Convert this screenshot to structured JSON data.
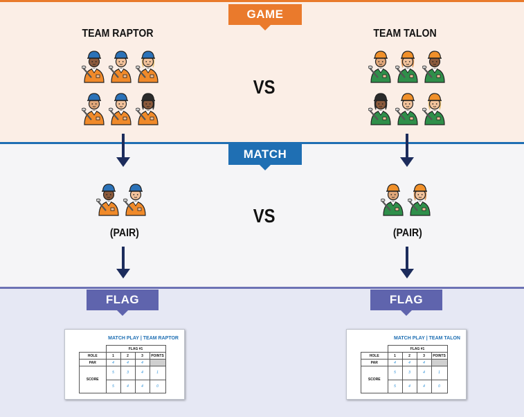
{
  "sections": {
    "game_label": "GAME",
    "match_label": "MATCH",
    "flag_label": "FLAG"
  },
  "teams": {
    "left_name": "TEAM RAPTOR",
    "right_name": "TEAM TALON"
  },
  "vs_label": "VS",
  "pair_label": "(PAIR)",
  "colors": {
    "game_accent": "#ea7a2c",
    "match_accent": "#1f6fb3",
    "flag_accent": "#5f64ad",
    "raptor_shirt": "#f08a2a",
    "talon_shirt": "#2f8f4a",
    "arrow": "#1c2c5c",
    "score_ink": "#2a8fd6"
  },
  "players": {
    "raptor": [
      {
        "skin": "#8b5a3c",
        "hat": "#2b72b8",
        "hair": ""
      },
      {
        "skin": "#f2c29b",
        "hat": "#2b72b8",
        "hair": ""
      },
      {
        "skin": "#f2c29b",
        "hat": "#2b72b8",
        "hair": "#e9c27a"
      },
      {
        "skin": "#e0a77a",
        "hat": "#2b72b8",
        "hair": ""
      },
      {
        "skin": "#f2c29b",
        "hat": "#2b72b8",
        "hair": ""
      },
      {
        "skin": "#8b5a3c",
        "hat": "#2b2b2b",
        "hair": "#2b2b2b"
      }
    ],
    "talon": [
      {
        "skin": "#e0a77a",
        "hat": "#f0902a",
        "hair": ""
      },
      {
        "skin": "#f2c29b",
        "hat": "#f0902a",
        "hair": "#e09a5c"
      },
      {
        "skin": "#8b5a3c",
        "hat": "#f0902a",
        "hair": ""
      },
      {
        "skin": "#8b5a3c",
        "hat": "#2b2b2b",
        "hair": "#2b2b2b"
      },
      {
        "skin": "#f2c29b",
        "hat": "#f0902a",
        "hair": ""
      },
      {
        "skin": "#f2c29b",
        "hat": "#f0902a",
        "hair": "#e9c27a"
      }
    ],
    "raptor_pair": [
      {
        "skin": "#8b5a3c",
        "hat": "#2b72b8",
        "hair": ""
      },
      {
        "skin": "#f2c29b",
        "hat": "#2b72b8",
        "hair": ""
      }
    ],
    "talon_pair": [
      {
        "skin": "#e0a77a",
        "hat": "#f0902a",
        "hair": ""
      },
      {
        "skin": "#f2c29b",
        "hat": "#f0902a",
        "hair": "#e09a5c"
      }
    ]
  },
  "scorecards": [
    {
      "title_left": "MATCH PLAY",
      "separator": "|",
      "title_right": "TEAM RAPTOR",
      "flag_header": "FLAG #1",
      "hole_label": "HOLE",
      "holes": [
        "1",
        "2",
        "3"
      ],
      "points_label": "POINTS",
      "par_label": "PAR",
      "par": [
        "4",
        "4",
        "4"
      ],
      "score_label": "SCORE",
      "scores": [
        [
          "5",
          "3",
          "4",
          "1"
        ],
        [
          "5",
          "4",
          "4",
          "0"
        ]
      ]
    },
    {
      "title_left": "MATCH PLAY",
      "separator": "|",
      "title_right": "TEAM TALON",
      "flag_header": "FLAG #1",
      "hole_label": "HOLE",
      "holes": [
        "1",
        "2",
        "3"
      ],
      "points_label": "POINTS",
      "par_label": "PAR",
      "par": [
        "4",
        "4",
        "4"
      ],
      "score_label": "SCORE",
      "scores": [
        [
          "5",
          "3",
          "4",
          "1"
        ],
        [
          "5",
          "4",
          "4",
          "0"
        ]
      ]
    }
  ]
}
